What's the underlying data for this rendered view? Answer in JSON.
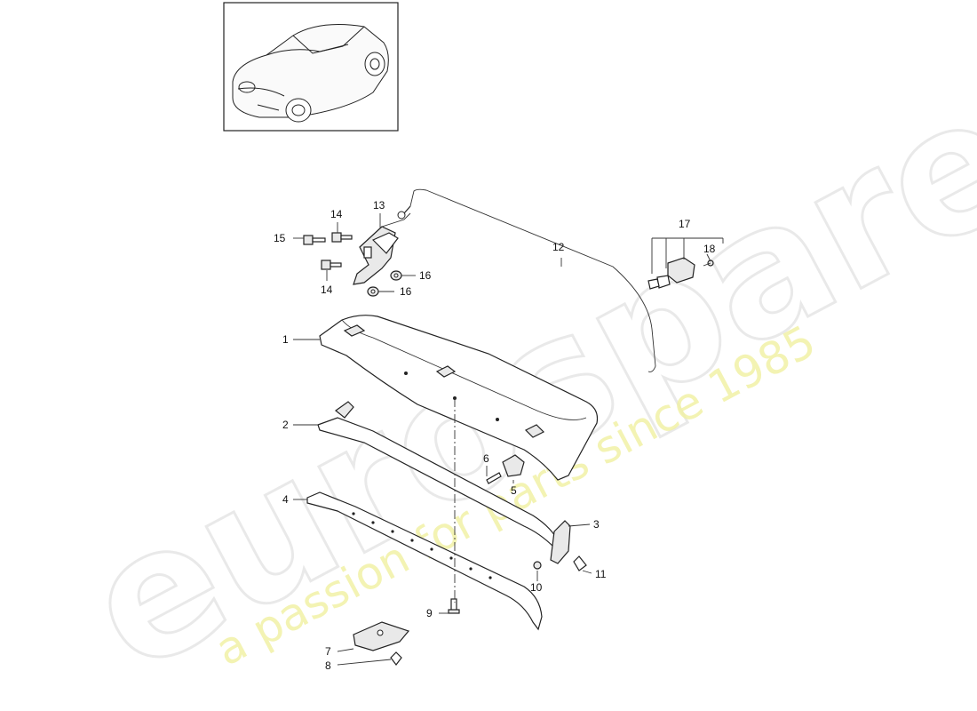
{
  "watermark": {
    "brand": "eurospares",
    "tagline": "a passion for parts since 1985"
  },
  "callouts": {
    "c1": "1",
    "c2": "2",
    "c3": "3",
    "c4": "4",
    "c5": "5",
    "c6": "6",
    "c7": "7",
    "c8": "8",
    "c9": "9",
    "c10": "10",
    "c11": "11",
    "c12": "12",
    "c13": "13",
    "c14a": "14",
    "c14b": "14",
    "c15": "15",
    "c16a": "16",
    "c16b": "16",
    "c17": "17",
    "c18": "18"
  },
  "colors": {
    "line": "#222222",
    "watermark_gray": "#d8d8d8",
    "watermark_yellow": "#f1f1a6"
  }
}
